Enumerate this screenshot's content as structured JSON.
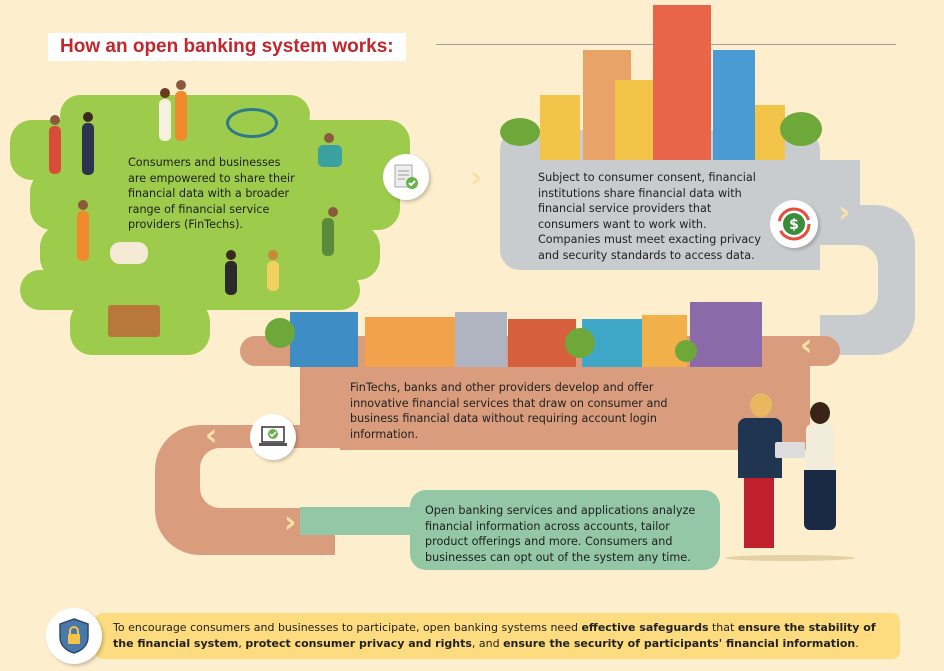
{
  "title": "How an open banking system works:",
  "steps": [
    {
      "text": "Consumers and businesses are empowered to share their financial data with a broader range of financial service providers (FinTechs).",
      "icon": "document-check-icon"
    },
    {
      "text": "Subject to consumer consent, financial institutions share financial data with financial service providers that consumers want to work with. Companies must meet exacting privacy and security standards to access data.",
      "icon": "dollar-exchange-icon"
    },
    {
      "text": "FinTechs, banks and other providers develop and offer innovative financial services that draw on consumer and business financial data without requiring account login information.",
      "icon": "laptop-check-icon"
    },
    {
      "text": "Open banking services and applications analyze financial information across accounts, tailor product offerings and more. Consumers and businesses can opt out of the system any time.",
      "icon": "people-tablet-illustration"
    }
  ],
  "footer": {
    "icon": "shield-lock-icon",
    "t1": "To encourage consumers and businesses to participate, open banking systems need ",
    "b1": "effective safeguards",
    "t2": " that ",
    "b2": "ensure the stability of the financial system",
    "t3": ", ",
    "b3": "protect consumer privacy and rights",
    "t4": ", and ",
    "b4": "ensure the security of participants' financial information",
    "t5": "."
  },
  "colors": {
    "title": "#c1272d",
    "green": "#9dcb4b",
    "gray": "#c9cccf",
    "orange": "#d99d7e",
    "teal": "#93c7a6",
    "footer": "#fddc7f"
  }
}
